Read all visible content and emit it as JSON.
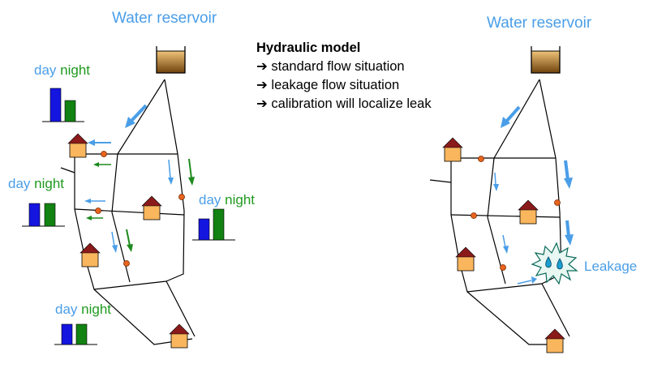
{
  "left_network": {
    "reservoir_label": "Water reservoir",
    "bar_labels": [
      {
        "day": "day",
        "night": "night"
      },
      {
        "day": "day",
        "night": "night"
      },
      {
        "day": "day",
        "night": "night"
      },
      {
        "day": "day",
        "night": "night"
      }
    ]
  },
  "right_network": {
    "reservoir_label": "Water reservoir",
    "leakage_label": "Leakage"
  },
  "hydraulic_model": {
    "title": "Hydraulic model",
    "items": [
      "standard flow situation",
      "leakage flow situation",
      "calibration will localize leak"
    ]
  },
  "colors": {
    "day": "#1515e0",
    "night": "#128212",
    "flow_arrow": "#4a9ee8",
    "night_arrow": "#1e8a1e",
    "house_body": "#f9b65d",
    "house_roof": "#8b1a1a",
    "node": "#e8641e",
    "reservoir_top": "#e8b868",
    "reservoir_bottom": "#7a4a10"
  }
}
